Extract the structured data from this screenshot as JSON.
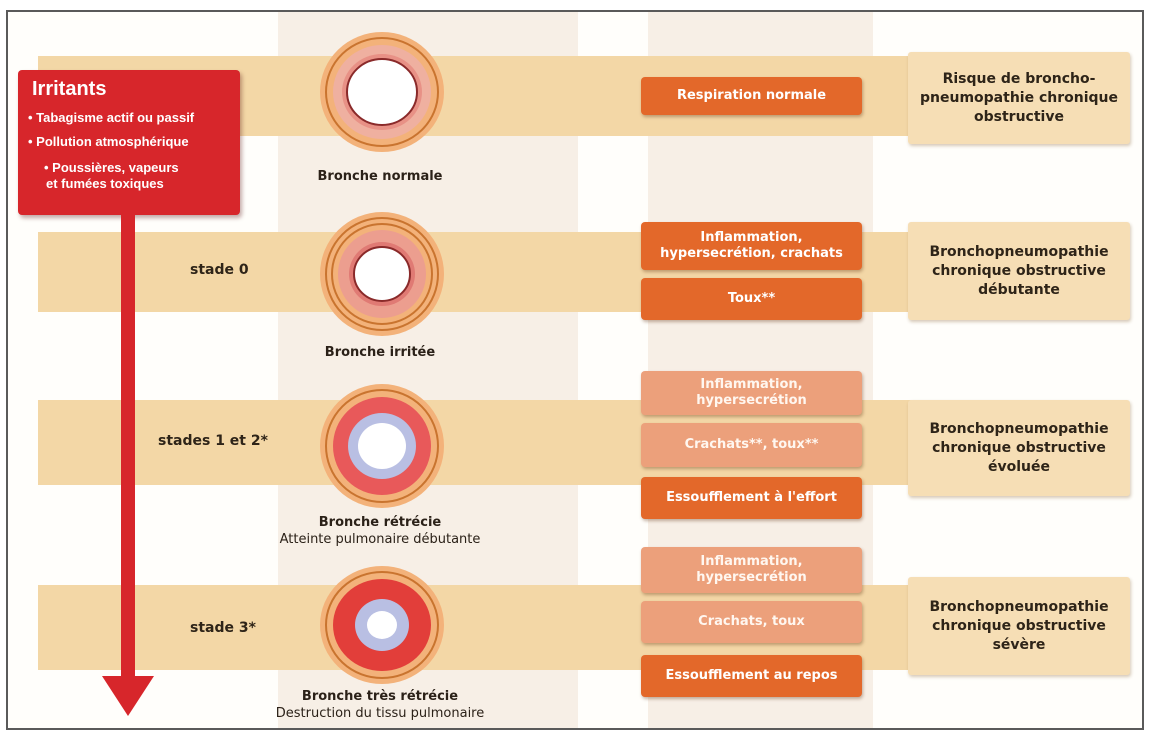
{
  "irritants": {
    "title": "Irritants",
    "items": [
      "• Tabagisme actif ou passif",
      "• Pollution atmosphérique",
      "• Poussières, vapeurs",
      "et fumées toxiques"
    ]
  },
  "stages": [
    {
      "label": "",
      "bronchus_caption": "Bronche normale",
      "bronchus_subcaption": "",
      "symptoms": [
        "Respiration normale"
      ],
      "diagnosis": [
        "Risque de broncho-",
        "pneumopathie chronique",
        "obstructive"
      ]
    },
    {
      "label": "stade 0",
      "bronchus_caption": "Bronche irritée",
      "bronchus_subcaption": "",
      "symptoms": [
        "Inflammation,|hypersecrétion, crachats",
        "Toux**"
      ],
      "diagnosis": [
        "Bronchopneumopathie",
        "chronique obstructive",
        "débutante"
      ]
    },
    {
      "label": "stades 1 et 2*",
      "bronchus_caption": "Bronche rétrécie",
      "bronchus_subcaption": "Atteinte pulmonaire débutante",
      "symptoms": [
        "Inflammation,|hypersecrétion",
        "Crachats**, toux**",
        "Essoufflement à l'effort"
      ],
      "diagnosis": [
        "Bronchopneumopathie",
        "chronique obstructive",
        "évoluée"
      ]
    },
    {
      "label": "stade 3*",
      "bronchus_caption": "Bronche très rétrécie",
      "bronchus_subcaption": "Destruction du tissu pulmonaire",
      "symptoms": [
        "Inflammation,|hypersecrétion",
        "Crachats, toux",
        "Essoufflement au repos"
      ],
      "diagnosis": [
        "Bronchopneumopathie",
        "chronique obstructive",
        "sévère"
      ]
    }
  ],
  "colors": {
    "band": "#f3d7a6",
    "symptom_dark": "#e3682a",
    "symptom_light": "#eca07b",
    "irritants_box": "#d7262b",
    "arrow": "#d7262b"
  }
}
